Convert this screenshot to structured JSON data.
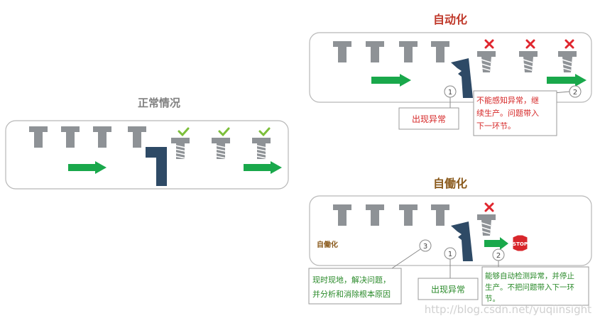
{
  "normal": {
    "title": "正常情况"
  },
  "automation": {
    "title": "自动化",
    "callout_abnormal": "出现异常",
    "callout_continue_line1": "不能感知异常，继",
    "callout_continue_line2": "续生产。问题带入",
    "callout_continue_line3": "下一环节。",
    "marker_1": "1",
    "marker_2": "2"
  },
  "jidoka": {
    "title": "自働化",
    "inner_label": "自働化",
    "stop_sign": "STOP",
    "callout_abnormal": "出现异常",
    "callout_stop_line1": "能够自动检测异常，并停止",
    "callout_stop_line2": "生产。不把问题带入下一环",
    "callout_stop_line3": "节。",
    "callout_onsite_line1": "现时现地，解决问题，",
    "callout_onsite_line2": "并分析和消除根本原因",
    "marker_1": "1",
    "marker_2": "2",
    "marker_3": "3"
  },
  "watermark": "http://blog.csdn.net/yuqiinsight",
  "colors": {
    "part": "#8e9296",
    "arrow": "#19a84b",
    "machine": "#2e4a66",
    "check": "#7cbf3a",
    "cross": "#e0262e",
    "title_red": "#c0392b",
    "title_gray": "#808080",
    "stop": "#d8262b",
    "label_brown": "#8a5a1c"
  }
}
